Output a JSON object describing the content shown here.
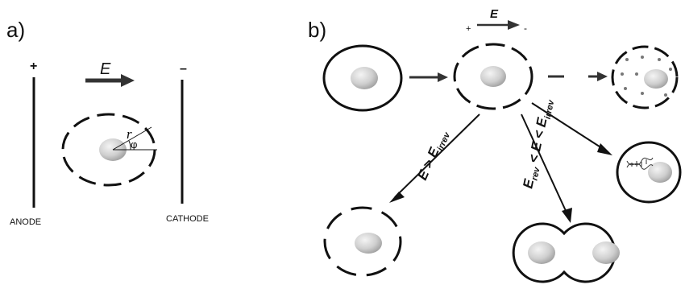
{
  "panel_a": {
    "label": "a)",
    "anode_sign": "+",
    "cathode_sign": "–",
    "field_symbol": "E",
    "anode_label": "ANODE",
    "cathode_label": "CATHODE",
    "radius_symbol": "r",
    "angle_symbol": "φ"
  },
  "panel_b": {
    "label": "b)",
    "field_symbol": "E",
    "plus_sign": "+",
    "minus_sign": "-",
    "condition_irreversible": {
      "main": "E > E",
      "sub": "irrev"
    },
    "condition_reversible": {
      "a": "E",
      "a_sub": "rev",
      "b": " < E < E",
      "b_sub": "irrev"
    }
  },
  "colors": {
    "stroke": "#111111",
    "nucleus_light": "#f2f2f2",
    "nucleus_dark": "#a6a6a6"
  }
}
